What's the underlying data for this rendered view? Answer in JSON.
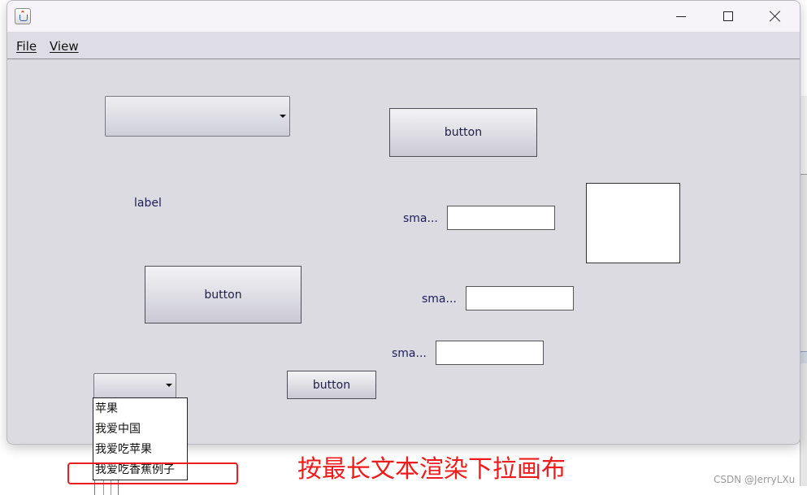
{
  "menubar": {
    "file": "File",
    "view": "View"
  },
  "controls": {
    "button_top": "button",
    "button_middle": "button",
    "button_bottom": "button",
    "label": "label",
    "field_label_1": "sma...",
    "field_label_2": "sma...",
    "field_label_3": "sma..."
  },
  "dropdown": {
    "items": [
      "苹果",
      "我爱中国",
      "我爱吃苹果",
      "我爱吃香蕉例子"
    ]
  },
  "annotation": {
    "text": "按最长文本渲染下拉画布"
  },
  "watermark": "CSDN @JerryLXu",
  "icons": [
    "java-app-icon",
    "minimize-icon",
    "maximize-icon",
    "close-icon",
    "dropdown-arrow-icon"
  ],
  "colors": {
    "annotation_red": "#ee1c1c",
    "window_bg": "#dcdbe2"
  }
}
